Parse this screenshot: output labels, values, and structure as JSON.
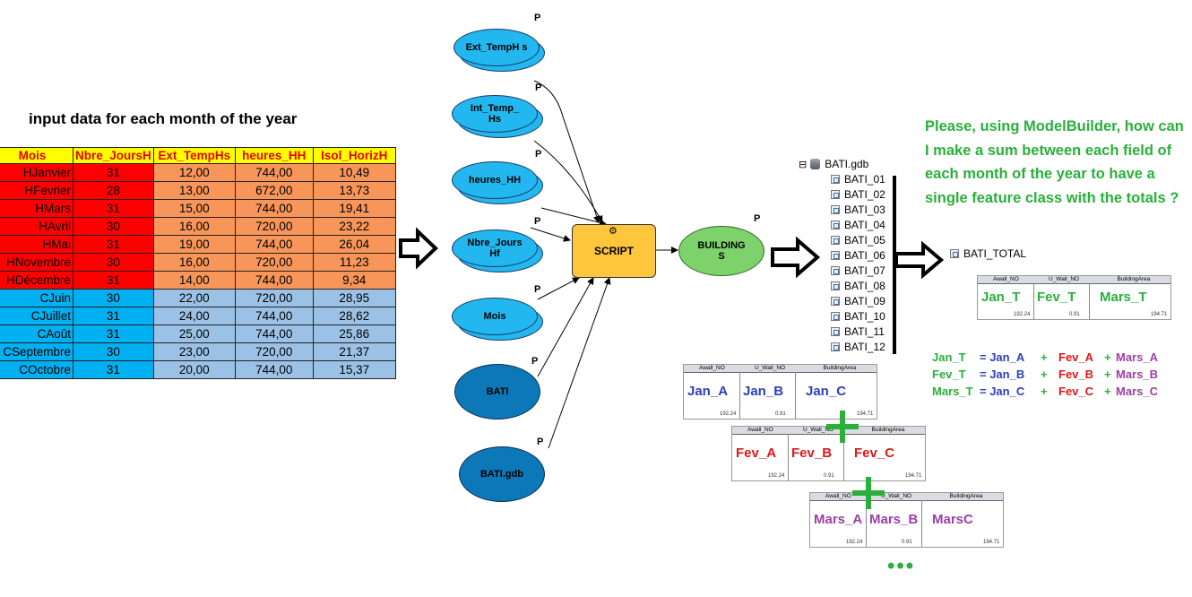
{
  "title": "input data for each month of the year",
  "sheet": {
    "columns": [
      "Mois",
      "Nbre_JoursH",
      "Ext_TempHs",
      "heures_HH",
      "Isol_HorizH"
    ],
    "rows": [
      [
        "HJanvier",
        "31",
        "12,00",
        "744,00",
        "10,49"
      ],
      [
        "HFevrier",
        "28",
        "13,00",
        "672,00",
        "13,73"
      ],
      [
        "HMars",
        "31",
        "15,00",
        "744,00",
        "19,41"
      ],
      [
        "HAvril",
        "30",
        "16,00",
        "720,00",
        "23,22"
      ],
      [
        "HMai",
        "31",
        "19,00",
        "744,00",
        "26,04"
      ],
      [
        "HNovembre",
        "30",
        "16,00",
        "720,00",
        "11,23"
      ],
      [
        "HDécembre",
        "31",
        "14,00",
        "744,00",
        "9,34"
      ],
      [
        "CJuin",
        "30",
        "22,00",
        "720,00",
        "28,95"
      ],
      [
        "CJuillet",
        "31",
        "24,00",
        "744,00",
        "28,62"
      ],
      [
        "CAoût",
        "31",
        "25,00",
        "744,00",
        "25,86"
      ],
      [
        "CSeptembre",
        "30",
        "23,00",
        "720,00",
        "21,37"
      ],
      [
        "COctobre",
        "31",
        "20,00",
        "744,00",
        "15,37"
      ]
    ],
    "colors": {
      "heating_dark": "#ff0000",
      "heating_light": "#f8965a",
      "cooling_dark": "#00b0f0",
      "cooling_light": "#9bc2e6"
    }
  },
  "model": {
    "param_marker": "P",
    "inputs": [
      "Ext_TempH s",
      "Int_Temp_ Hs",
      "heures_HH",
      "Nbre_Jours Hf",
      "Mois",
      "BATI",
      "BATI.gdb"
    ],
    "tool": "SCRIPT",
    "output": "BUILDING S"
  },
  "tree": {
    "root": "BATI.gdb",
    "expander": "⊟",
    "items": [
      "BATI_01",
      "BATI_02",
      "BATI_03",
      "BATI_04",
      "BATI_05",
      "BATI_06",
      "BATI_07",
      "BATI_08",
      "BATI_09",
      "BATI_10",
      "BATI_11",
      "BATI_12"
    ],
    "total": "BATI_TOTAL"
  },
  "question": "Please, using ModelBuilder, how can I make a sum between each field of each month of the year to have a single feature class with the totals ?",
  "mini_headers": [
    "Awall_NO",
    "U_Wall_NO",
    "BuildingArea"
  ],
  "mini_small": [
    "192.24",
    "0.91",
    "194.71"
  ],
  "mini_tables": {
    "total": [
      "Jan_T",
      "Fev_T",
      "Mars_T"
    ],
    "jan": [
      "Jan_A",
      "Jan_B",
      "Jan_C"
    ],
    "fev": [
      "Fev_A",
      "Fev_B",
      "Fev_C"
    ],
    "mars": [
      "Mars_A",
      "Mars_B",
      "MarsC"
    ]
  },
  "formulas": [
    {
      "lhs": "Jan_T",
      "eq": "= Jan_A",
      "p1": "+",
      "b": "Fev_A",
      "p2": "+",
      "c": "Mars_A"
    },
    {
      "lhs": "Fev_T",
      "eq": "= Jan_B",
      "p1": "+",
      "b": "Fev_B",
      "p2": "+",
      "c": "Mars_B"
    },
    {
      "lhs": "Mars_T",
      "eq": "= Jan_C",
      "p1": "+",
      "b": "Fev_C",
      "p2": "+",
      "c": "Mars_C"
    }
  ],
  "ellipsis": "•••"
}
